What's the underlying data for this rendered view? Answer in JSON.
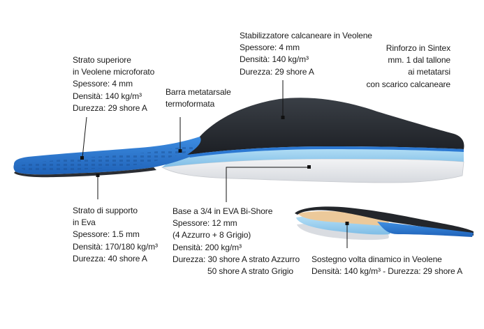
{
  "labels": {
    "strato_superiore": [
      "Strato superiore",
      "in Veolene microforato",
      "Spessore: 4 mm",
      "Densità: 140 kg/m³",
      "Durezza: 29 shore A"
    ],
    "barra_metatarsale": [
      "Barra metatarsale",
      "termoformata"
    ],
    "stabilizzatore": [
      "Stabilizzatore calcaneare in Veolene",
      "Spessore: 4 mm",
      "Densità: 140 kg/m³",
      "Durezza: 29 shore A"
    ],
    "rinforzo": [
      "Rinforzo in Sintex",
      "mm. 1 dal tallone",
      "ai metatarsi",
      "con scarico calcaneare"
    ],
    "strato_supporto": [
      "Strato di supporto",
      "in Eva",
      "Spessore: 1.5 mm",
      "Densità: 170/180 kg/m³",
      "Durezza: 40 shore A"
    ],
    "base_eva": [
      "Base a 3/4 in EVA Bi-Shore",
      "Spessore: 12 mm",
      "(4 Azzurro + 8 Grigio)",
      "Densità: 200 kg/m³",
      "Durezza: 30 shore A strato Azzurro",
      "50 shore A strato Grigio"
    ],
    "sostegno_volta": [
      "Sostegno volta dinamico in Veolene",
      "Densità: 140 kg/m³ - Durezza: 29 shore A"
    ]
  },
  "colors": {
    "blue": "#2b78d2",
    "dark_top": "#262a30",
    "light_blue": "#9fd1f0",
    "grey_base": "#e3e5e8",
    "beige": "#ecc99a"
  }
}
